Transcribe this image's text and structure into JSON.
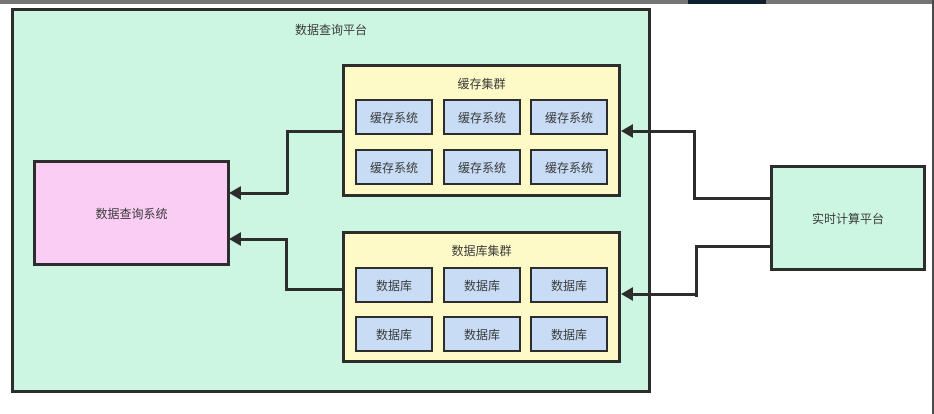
{
  "container": {
    "title": "数据查询平台"
  },
  "query_system": {
    "label": "数据查询系统"
  },
  "clusters": [
    {
      "title": "缓存集群",
      "nodes": [
        "缓存系统",
        "缓存系统",
        "缓存系统",
        "缓存系统",
        "缓存系统",
        "缓存系统"
      ]
    },
    {
      "title": "数据库集群",
      "nodes": [
        "数据库",
        "数据库",
        "数据库",
        "数据库",
        "数据库",
        "数据库"
      ]
    }
  ],
  "external": {
    "label": "实时计算平台"
  },
  "connections": [
    {
      "from": "缓存集群",
      "to": "数据查询系统"
    },
    {
      "from": "数据库集群",
      "to": "数据查询系统"
    },
    {
      "from": "实时计算平台",
      "to": "缓存集群"
    },
    {
      "from": "实时计算平台",
      "to": "数据库集群"
    }
  ],
  "colors": {
    "platform_fill": "#cdf6e2",
    "cluster_fill": "#fdfac8",
    "node_fill": "#c8ddf5",
    "query_system_fill": "#facdf5",
    "border_and_lines": "#2d2d2d",
    "text": "#3a3a3a",
    "window_edge_gray": "#757575",
    "window_edge_navy": "#0e1e2e"
  }
}
